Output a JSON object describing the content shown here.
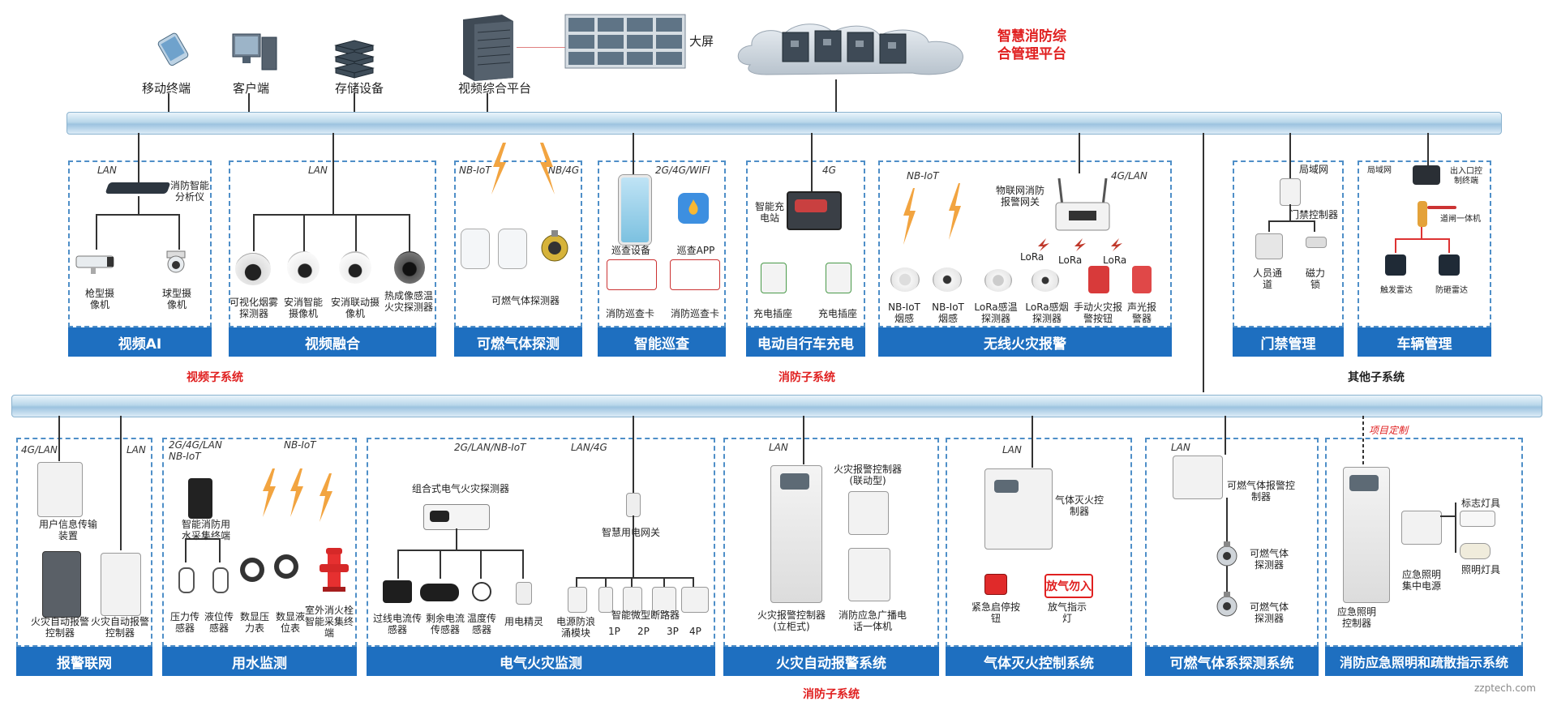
{
  "top": {
    "mobile": "移动终端",
    "client": "客户端",
    "storage": "存储设备",
    "video_platform": "视频综合平台",
    "big_screen": "大屏",
    "platform_title_line1": "智慧消防综",
    "platform_title_line2": "合管理平台"
  },
  "group_titles": {
    "video": "视频子系统",
    "fire_top": "消防子系统",
    "other": "其他子系统",
    "fire_bottom": "消防子系统"
  },
  "row1": {
    "video_ai": {
      "footer": "视频AI",
      "net": "LAN",
      "analyzer": "消防智能分析仪",
      "cam1": "枪型摄像机",
      "cam2": "球型摄像机"
    },
    "video_fusion": {
      "footer": "视频融合",
      "net": "LAN",
      "d1": "可视化烟雾探测器",
      "d2": "安消智能摄像机",
      "d3": "安消联动摄像机",
      "d4": "热成像感温火灾探测器"
    },
    "gas": {
      "footer": "可燃气体探测",
      "net1": "NB-IoT",
      "net2": "NB/4G",
      "d1": "可燃气体探测器"
    },
    "patrol": {
      "footer": "智能巡查",
      "net": "2G/4G/WIFI",
      "d1": "巡查设备",
      "d2": "巡查APP",
      "d3": "消防巡查卡",
      "d4": "消防巡查卡"
    },
    "ebike": {
      "footer": "电动自行车充电",
      "net": "4G",
      "d1": "智能充电站",
      "d2": "充电插座",
      "d3": "充电插座"
    },
    "wireless": {
      "footer": "无线火灾报警",
      "net1": "NB-IoT",
      "net2": "4G/LAN",
      "gateway": "物联网消防报警网关",
      "lora": "LoRa",
      "d1": "NB-IoT烟感",
      "d2": "NB-IoT烟感",
      "d3": "LoRa感温探测器",
      "d4": "LoRa感烟探测器",
      "d5": "手动火灾报警按钮",
      "d6": "声光报警器"
    },
    "access": {
      "footer": "门禁管理",
      "net": "局域网",
      "ctrl": "门禁控制器",
      "d1": "人员通道",
      "d2": "磁力锁"
    },
    "vehicle": {
      "footer": "车辆管理",
      "net": "局域网",
      "terminal": "出入口控制终端",
      "gate": "道闸一体机",
      "d1": "触发雷达",
      "d2": "防砸雷达"
    }
  },
  "row2": {
    "alarm_net": {
      "footer": "报警联网",
      "net1": "4G/LAN",
      "net2": "LAN",
      "d1": "用户信息传输装置",
      "d2": "火灾自动报警控制器",
      "d3": "火灾自动报警控制器"
    },
    "water": {
      "footer": "用水监测",
      "net1": "2G/4G/LAN NB-IoT",
      "net2": "NB-IoT",
      "term": "智能消防用水采集终端",
      "d1": "压力传感器",
      "d2": "液位传感器",
      "d3": "数显压力表",
      "d4": "数显液位表",
      "d5": "室外消火栓智能采集终端"
    },
    "electric": {
      "footer": "电气火灾监测",
      "net1": "2G/LAN/NB-IoT",
      "net2": "LAN/4G",
      "combo": "组合式电气火灾探测器",
      "gateway": "智慧用电网关",
      "d1": "过线电流传感器",
      "d2": "剩余电流传感器",
      "d3": "温度传感器",
      "d4": "用电精灵",
      "d5": "电源防浪涌模块",
      "breaker": "智能微型断路器",
      "p1": "1P",
      "p2": "2P",
      "p3": "3P",
      "p4": "4P"
    },
    "auto_alarm": {
      "footer": "火灾自动报警系统",
      "net": "LAN",
      "d1": "火灾报警控制器(联动型)",
      "d2": "火灾报警控制器(立柜式)",
      "d3": "消防应急广播电话一体机"
    },
    "gas_ext": {
      "footer": "气体灭火控制系统",
      "net": "LAN",
      "d1": "气体灭火控制器",
      "d2": "紧急启停按钮",
      "d3": "放气指示灯",
      "sign": "放气勿入"
    },
    "gas_detect": {
      "footer": "可燃气体系探测系统",
      "net": "LAN",
      "d1": "可燃气体报警控制器",
      "d2": "可燃气体探测器",
      "d3": "可燃气体探测器"
    },
    "emergency": {
      "footer": "消防应急照明和疏散指示系统",
      "custom": "项目定制",
      "d1": "标志灯具",
      "d2": "照明灯具",
      "d3": "应急照明集中电源",
      "d4": "应急照明控制器"
    }
  },
  "watermark": "zzptech.com",
  "colors": {
    "accent": "#1e6fc0",
    "title_red": "#e02020",
    "dash": "#4f8fc8"
  }
}
